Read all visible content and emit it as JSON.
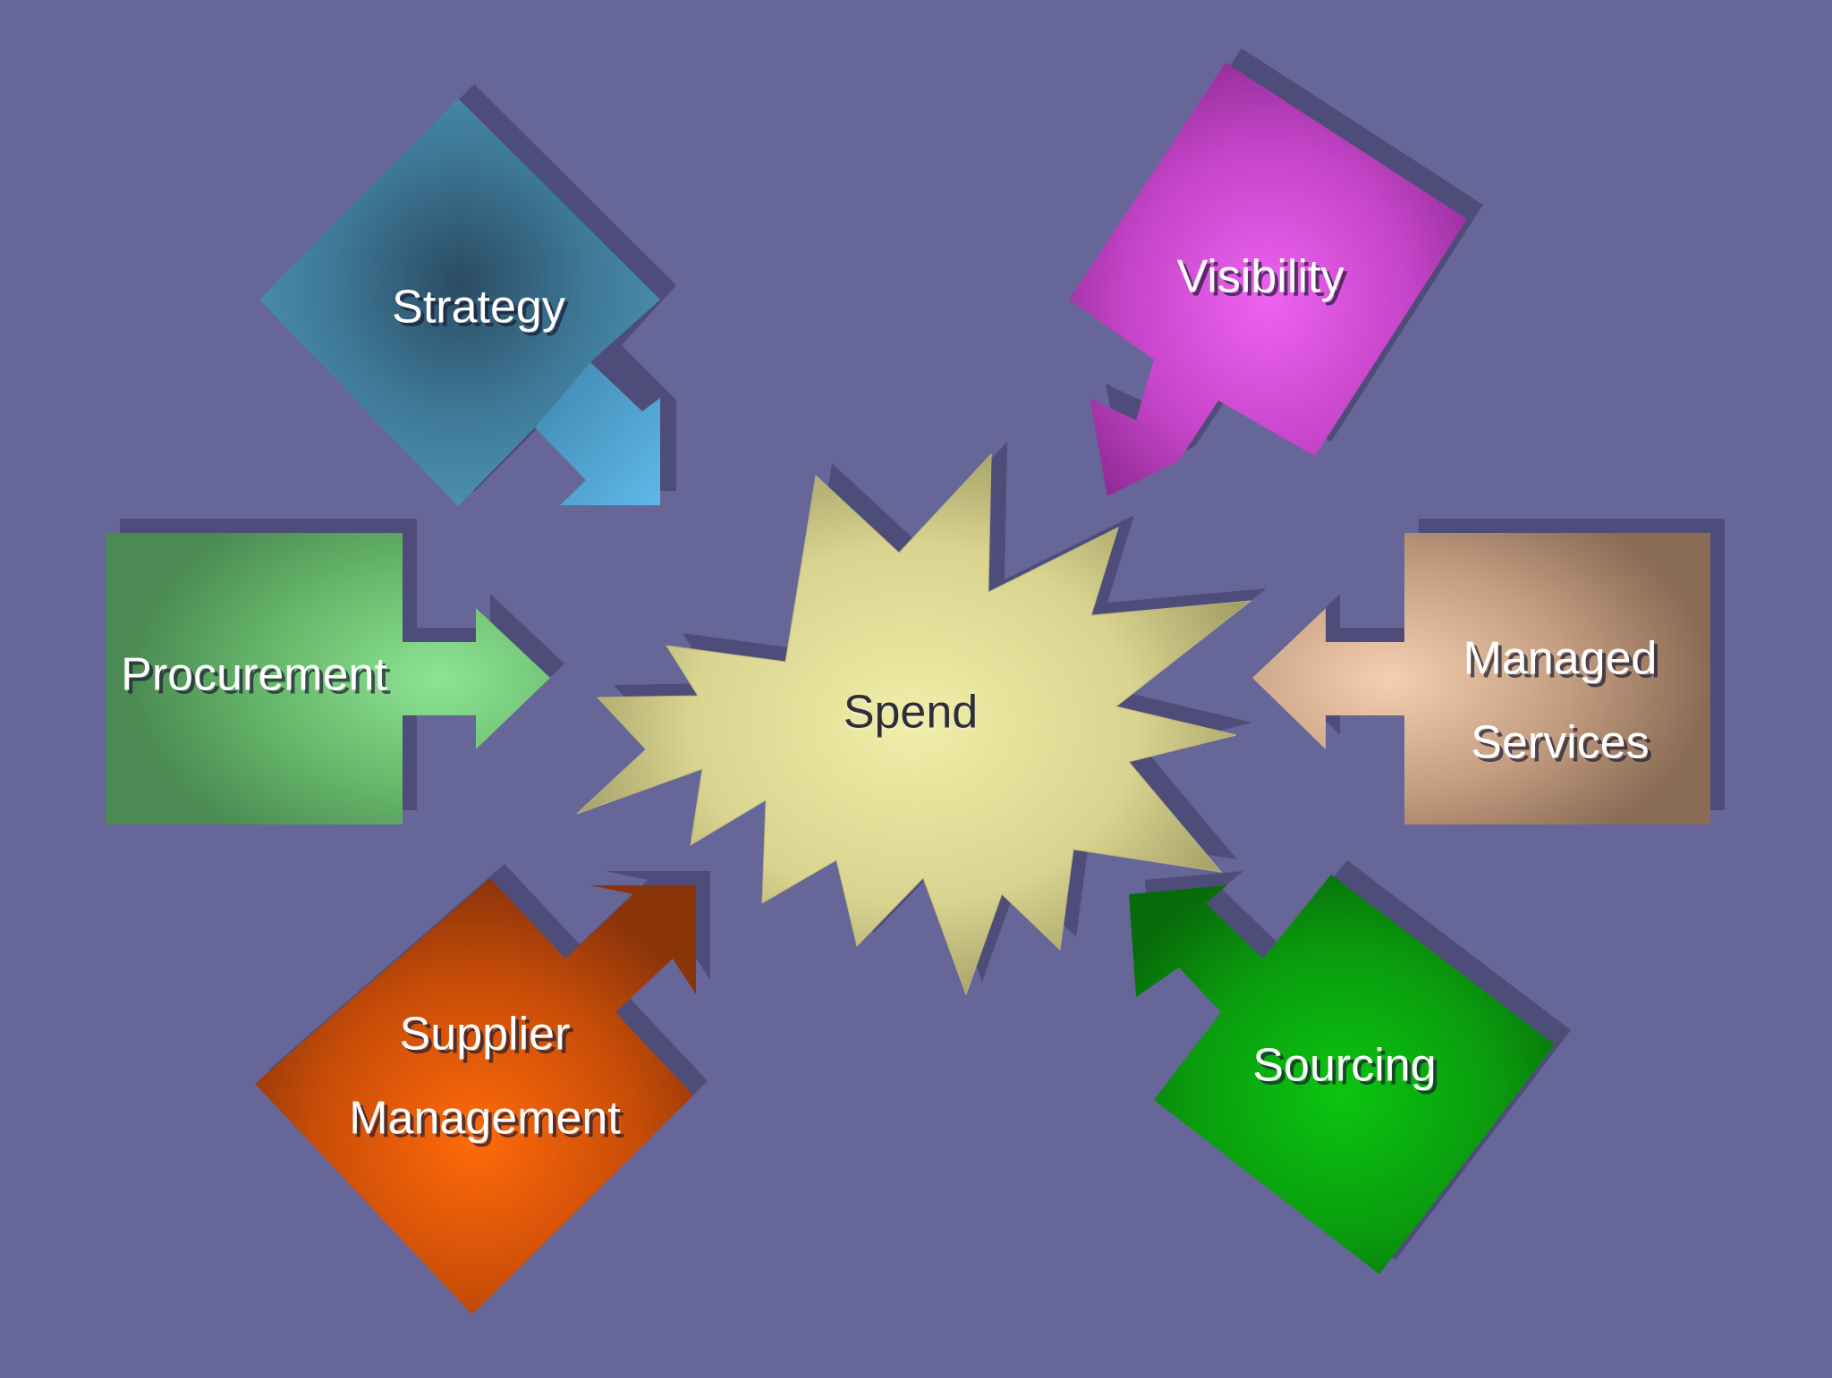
{
  "center": {
    "label": "Spend",
    "color": "#e6e39e"
  },
  "nodes": [
    {
      "id": "strategy",
      "lines": [
        "Strategy"
      ],
      "color": "#4f8fb0"
    },
    {
      "id": "visibility",
      "lines": [
        "Visibility"
      ],
      "color": "#d046d4"
    },
    {
      "id": "procurement",
      "lines": [
        "Procurement"
      ],
      "color": "#6fc273"
    },
    {
      "id": "managed-services",
      "lines": [
        "Managed",
        "Services"
      ],
      "color": "#c9a487"
    },
    {
      "id": "supplier-management",
      "lines": [
        "Supplier",
        "Management"
      ],
      "color": "#d9550a"
    },
    {
      "id": "sourcing",
      "lines": [
        "Sourcing"
      ],
      "color": "#0aa30f"
    }
  ],
  "background": "#676699"
}
